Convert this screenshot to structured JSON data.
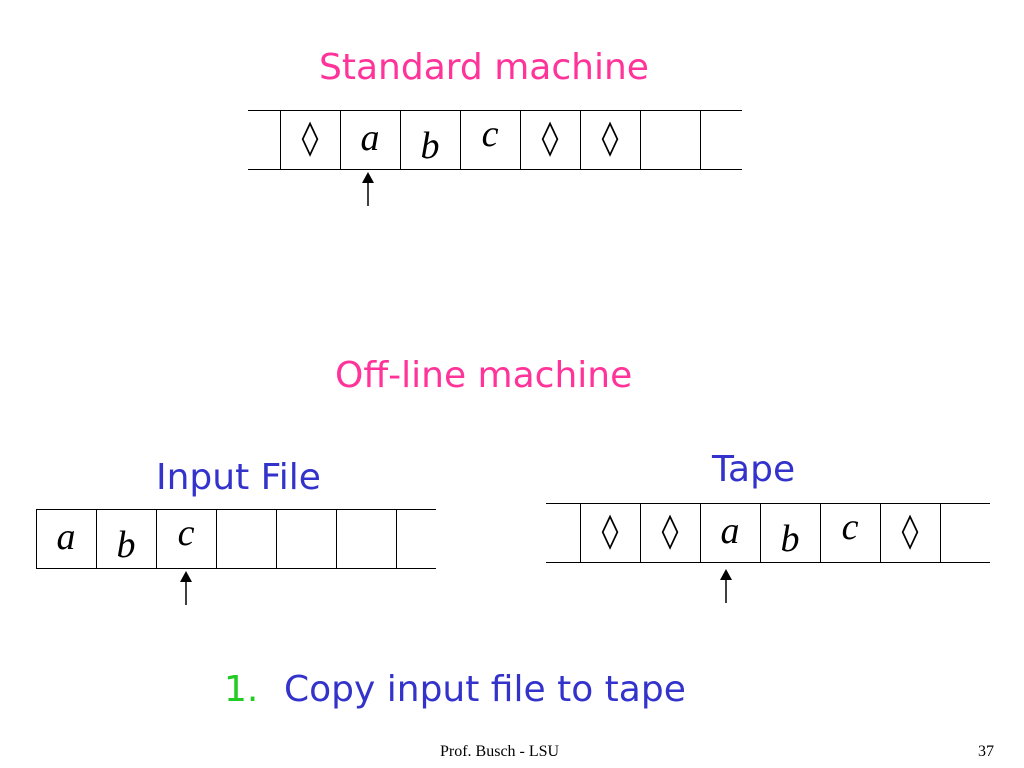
{
  "standard": {
    "title": "Standard machine",
    "cells": [
      "◊",
      "a",
      "b",
      "c",
      "◊",
      "◊",
      "",
      ""
    ]
  },
  "offline": {
    "title": "Off-line machine",
    "input_label": "Input File",
    "input_cells": [
      "a",
      "b",
      "c",
      "",
      "",
      "",
      ""
    ],
    "tape_label": "Tape",
    "tape_cells": [
      "◊",
      "◊",
      "a",
      "b",
      "c",
      "◊",
      ""
    ]
  },
  "step": {
    "number": "1.",
    "text": "Copy input file to tape"
  },
  "footer": {
    "author": "Prof. Busch - LSU",
    "page": "37"
  },
  "colors": {
    "title": "#ff3399",
    "label": "#3333cc",
    "step_number": "#22cc22"
  }
}
